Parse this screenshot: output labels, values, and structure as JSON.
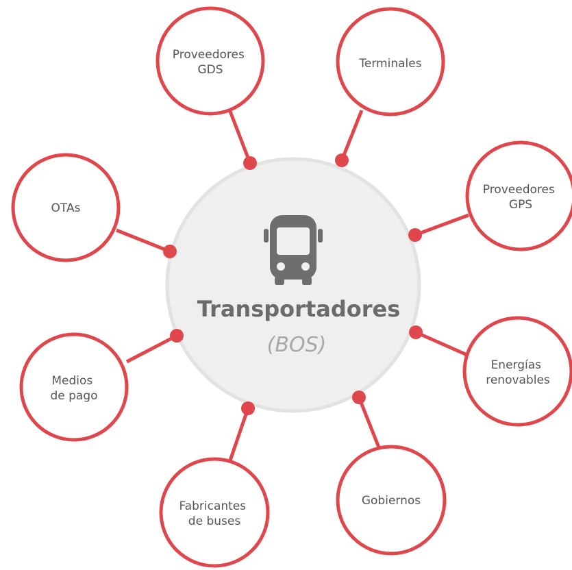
{
  "colors": {
    "accent": "#e0474c",
    "hub_fill": "#efefef",
    "hub_border": "#e2e2e2",
    "icon": "#6e6e6e",
    "text": "#555555"
  },
  "center": {
    "icon": "bus-icon",
    "title": "Transportadores",
    "subtitle": "(BOS)"
  },
  "nodes": [
    {
      "id": "proveedores-gds",
      "lines": [
        "Proveedores",
        "GDS"
      ]
    },
    {
      "id": "terminales",
      "lines": [
        "Terminales"
      ]
    },
    {
      "id": "proveedores-gps",
      "lines": [
        "Proveedores",
        "GPS"
      ]
    },
    {
      "id": "energias-renovables",
      "lines": [
        "Energías",
        "renovables"
      ]
    },
    {
      "id": "gobiernos",
      "lines": [
        "Gobiernos"
      ]
    },
    {
      "id": "fabricantes-de-buses",
      "lines": [
        "Fabricantes",
        "de buses"
      ]
    },
    {
      "id": "medios-de-pago",
      "lines": [
        "Medios",
        "de pago"
      ]
    },
    {
      "id": "otas",
      "lines": [
        "OTAs"
      ]
    }
  ]
}
